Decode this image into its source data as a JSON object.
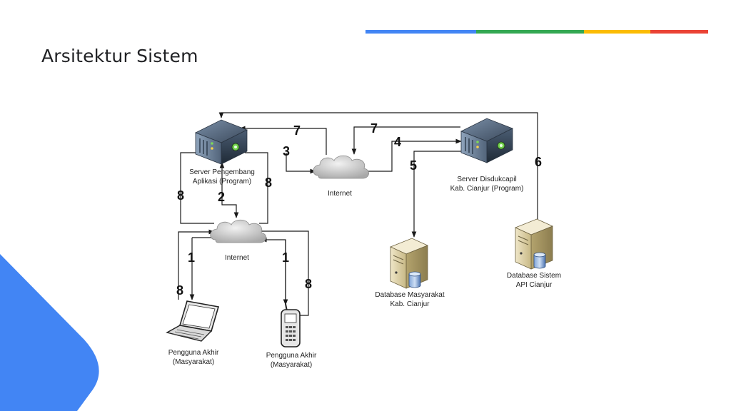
{
  "slide": {
    "title": "Arsitektur Sistem"
  },
  "colors": {
    "accent_bars": [
      "#4285f4",
      "#34a853",
      "#fbbc04",
      "#ea4335"
    ],
    "corner_shape": "#4285f4"
  },
  "diagram": {
    "nodes": {
      "server_dev": [
        "Server Pengembang",
        "Aplikasi (Program)"
      ],
      "server_disduk": [
        "Server Disdukcapil",
        "Kab. Cianjur (Program)"
      ],
      "internet_top": [
        "Internet"
      ],
      "internet_bottom": [
        "Internet"
      ],
      "db_masyarakat": [
        "Database Masyarakat",
        "Kab. Cianjur"
      ],
      "db_api": [
        "Database Sistem",
        "API Cianjur"
      ],
      "user_laptop": [
        "Pengguna Akhir",
        "(Masyarakat)"
      ],
      "user_phone": [
        "Pengguna Akhir",
        "(Masyarakat)"
      ]
    },
    "step_numbers": {
      "laptop_request": "1",
      "phone_request": "1",
      "to_dev_server": "2",
      "dev_to_internet": "3",
      "internet_to_disduk": "4",
      "disduk_to_db": "5",
      "api_db_link": "6",
      "return_to_dev": "7",
      "return_from_disduk": "7",
      "dev_left_return": "8",
      "dev_right_return": "8",
      "laptop_return": "8",
      "phone_return": "8"
    },
    "icons": {
      "server": "server-icon",
      "cloud": "cloud-icon",
      "database": "database-server-icon",
      "laptop": "laptop-icon",
      "phone": "mobile-phone-icon"
    }
  }
}
